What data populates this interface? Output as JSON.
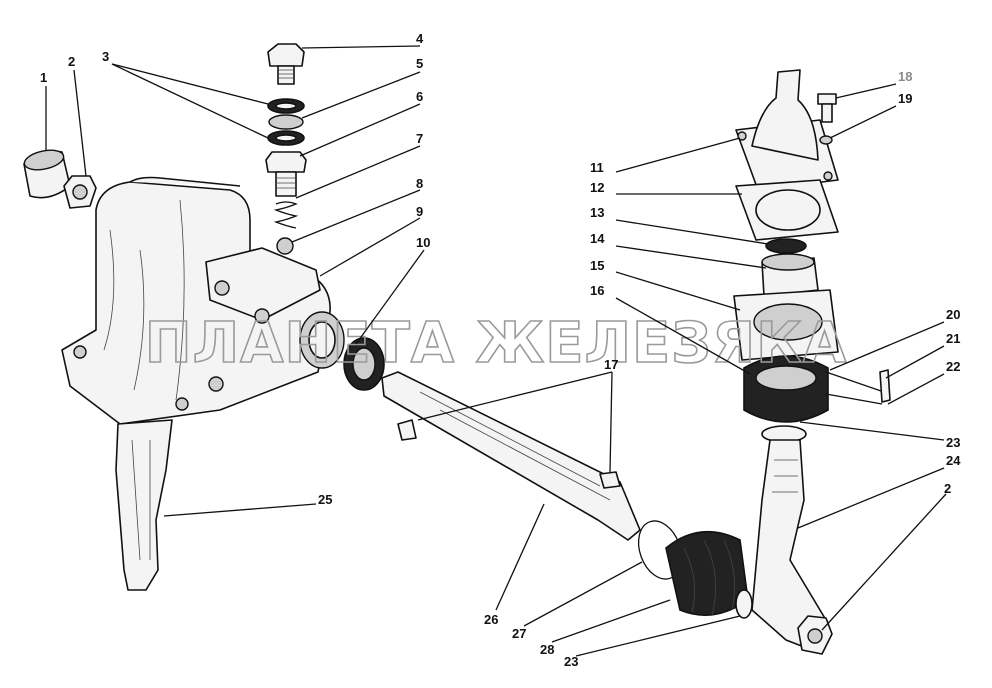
{
  "watermark": "ПЛАНЕТА ЖЕЛЕЗЯКА",
  "callouts": [
    {
      "id": "c1",
      "text": "1"
    },
    {
      "id": "c2a",
      "text": "2"
    },
    {
      "id": "c3",
      "text": "3"
    },
    {
      "id": "c4",
      "text": "4"
    },
    {
      "id": "c5",
      "text": "5"
    },
    {
      "id": "c6",
      "text": "6"
    },
    {
      "id": "c7",
      "text": "7"
    },
    {
      "id": "c8",
      "text": "8"
    },
    {
      "id": "c9",
      "text": "9"
    },
    {
      "id": "c10",
      "text": "10"
    },
    {
      "id": "c11",
      "text": "11"
    },
    {
      "id": "c12",
      "text": "12"
    },
    {
      "id": "c13",
      "text": "13"
    },
    {
      "id": "c14",
      "text": "14"
    },
    {
      "id": "c15",
      "text": "15"
    },
    {
      "id": "c16",
      "text": "16"
    },
    {
      "id": "c17",
      "text": "17"
    },
    {
      "id": "c18",
      "text": "18"
    },
    {
      "id": "c19",
      "text": "19"
    },
    {
      "id": "c20",
      "text": "20"
    },
    {
      "id": "c21",
      "text": "21"
    },
    {
      "id": "c22",
      "text": "22"
    },
    {
      "id": "c23a",
      "text": "23"
    },
    {
      "id": "c24",
      "text": "24"
    },
    {
      "id": "c2b",
      "text": "2"
    },
    {
      "id": "c25",
      "text": "25"
    },
    {
      "id": "c26",
      "text": "26"
    },
    {
      "id": "c27",
      "text": "27"
    },
    {
      "id": "c28",
      "text": "28"
    },
    {
      "id": "c23b",
      "text": "23"
    }
  ]
}
